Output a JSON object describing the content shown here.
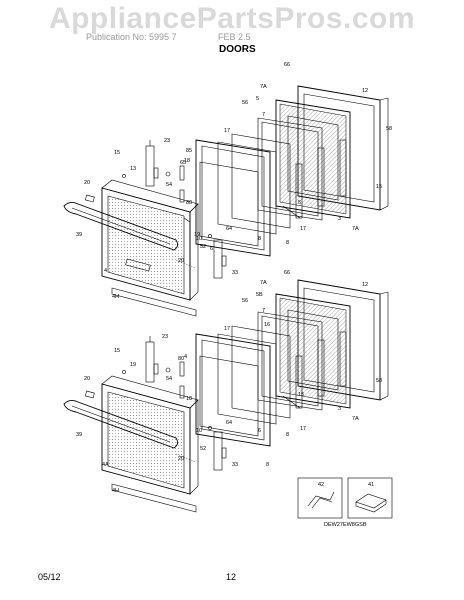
{
  "watermark": "AppliancePartsPros.com",
  "header": {
    "faint_left": "Publication No: 5995 7",
    "faint_right": "FEB 2.5",
    "section_title": "DOORS"
  },
  "footer": {
    "date": "05/12",
    "page": "12"
  },
  "inset": {
    "model_code": "DEW27EW8GSB",
    "part_a": "42",
    "part_b": "41"
  },
  "callouts_upper": [
    "66",
    "7A",
    "12",
    "58",
    "5",
    "7",
    "56",
    "23",
    "17",
    "15",
    "85",
    "65",
    "13",
    "54",
    "18",
    "80",
    "19",
    "6",
    "64",
    "20",
    "10",
    "52",
    "5",
    "8",
    "17",
    "3",
    "7A",
    "39",
    "4",
    "20",
    "4H",
    "33",
    "15",
    "8"
  ],
  "callouts_lower": [
    "66",
    "7A",
    "12",
    "5B",
    "7",
    "56",
    "17",
    "23",
    "15",
    "16",
    "80",
    "19",
    "54",
    "4",
    "18",
    "58",
    "20",
    "10",
    "6",
    "52",
    "8",
    "64",
    "3",
    "7A",
    "17",
    "15",
    "39",
    "4A",
    "20",
    "4H",
    "33",
    "8"
  ]
}
